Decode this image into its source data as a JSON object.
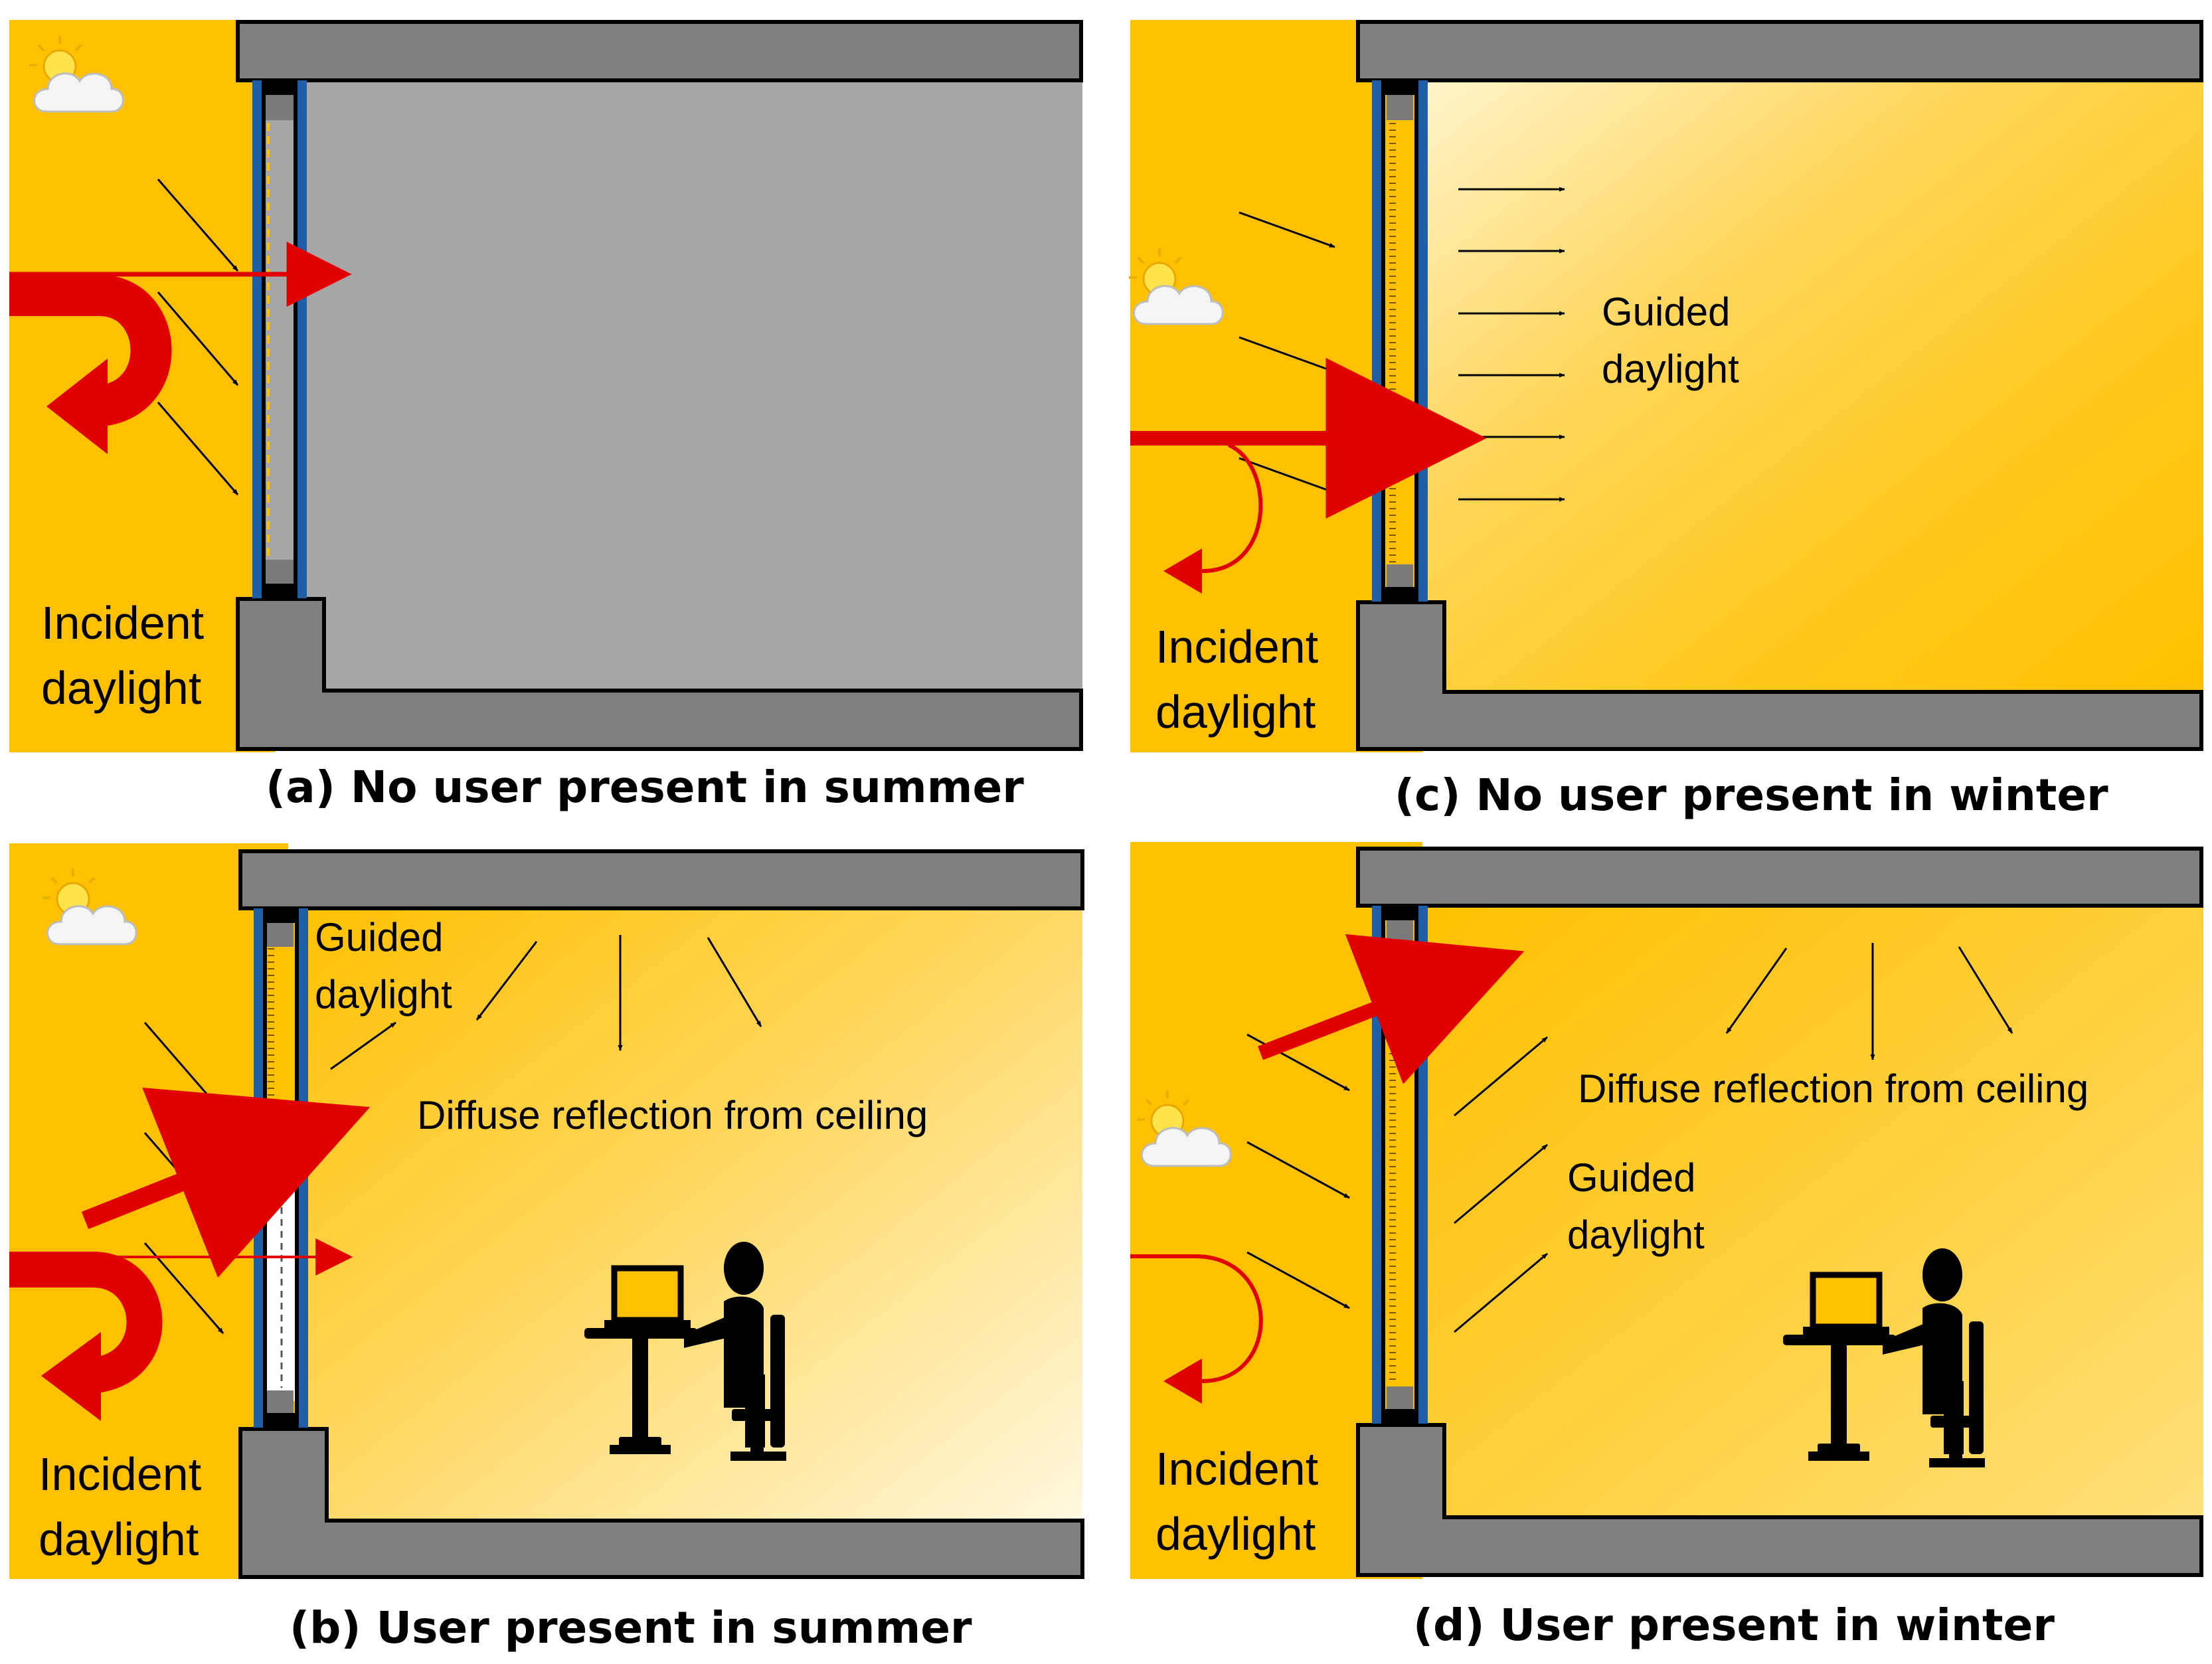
{
  "colors": {
    "outdoor": "#FFC000",
    "room_dark": "#A6A6A6",
    "room_light": "#FFD84A",
    "room_glow": "#FFF6D6",
    "structure": "#808080",
    "glass_frame": "#1F5FA8",
    "arrow_red": "#E00000",
    "person": "#000000"
  },
  "icons": [
    "sun-cloud-icon",
    "person-at-desk-icon"
  ],
  "panels": {
    "a": {
      "caption": "(a) No user present in summer",
      "incident_line1": "Incident",
      "incident_line2": "daylight"
    },
    "b": {
      "caption": "(b) User present in summer",
      "incident_line1": "Incident",
      "incident_line2": "daylight",
      "guided_line1": "Guided",
      "guided_line2": "daylight",
      "diffuse": "Diffuse reflection from ceiling"
    },
    "c": {
      "caption": "(c) No user present in winter",
      "incident_line1": "Incident",
      "incident_line2": "daylight",
      "guided_line1": "Guided",
      "guided_line2": "daylight"
    },
    "d": {
      "caption": "(d) User present in winter",
      "incident_line1": "Incident",
      "incident_line2": "daylight",
      "guided_line1": "Guided",
      "guided_line2": "daylight",
      "diffuse": "Diffuse reflection from ceiling"
    }
  }
}
